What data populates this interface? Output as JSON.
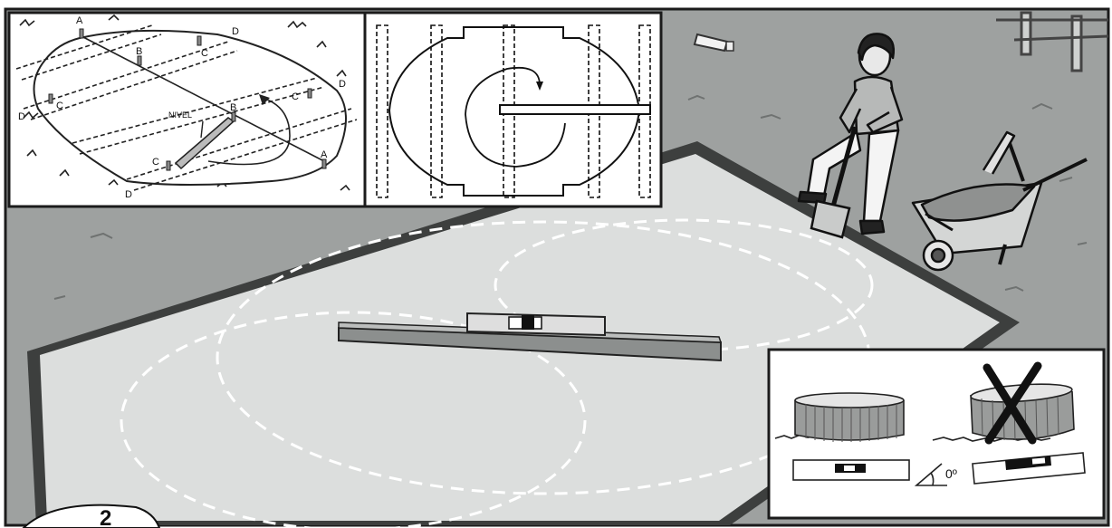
{
  "step_number": "2",
  "inset_top_left": {
    "labels": {
      "a": "A",
      "b": "B",
      "c": "C",
      "d": "D",
      "nivel": "NIVEL"
    }
  },
  "inset_bottom_right": {
    "angle_label": "0º"
  },
  "colors": {
    "ground": "#9ea1a0",
    "sand_bed": "#dcdedd",
    "border": "#3d3f3e",
    "panel_border": "#1b1b1b",
    "dash": "#ffffff"
  },
  "icons": [
    "level-tool-icon",
    "shovel-icon",
    "wheelbarrow-icon",
    "pool-icon",
    "rotation-arrow-icon"
  ]
}
